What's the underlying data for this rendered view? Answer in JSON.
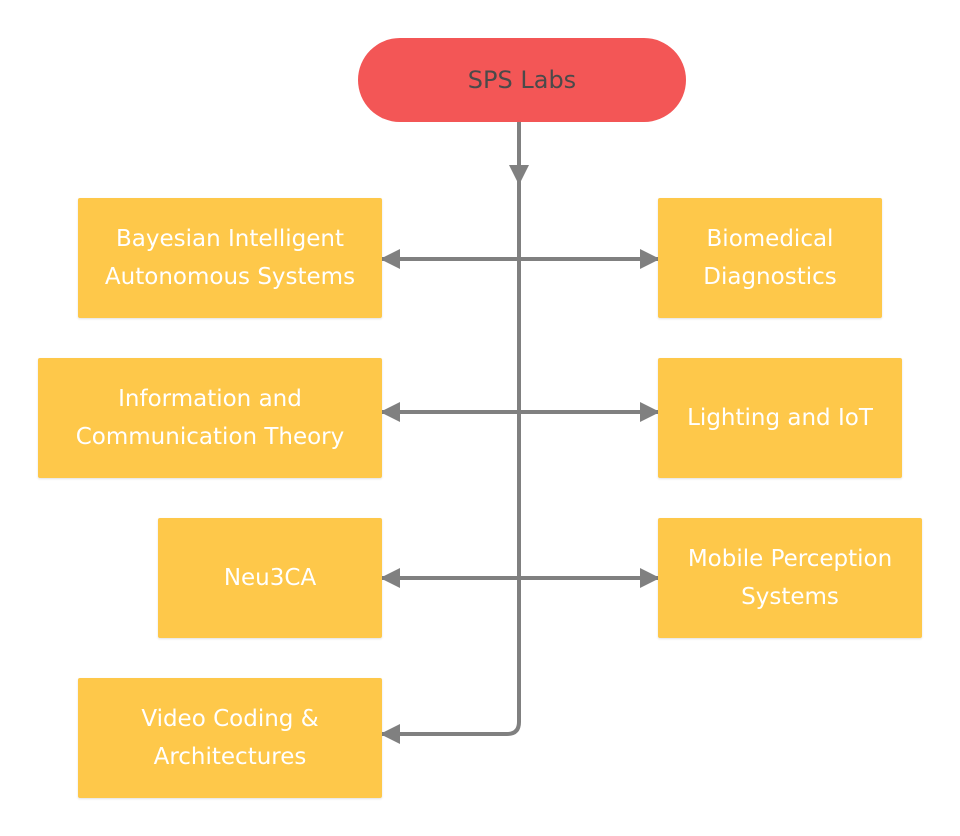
{
  "diagram": {
    "root": {
      "label": "SPS Labs",
      "color": "#f35656"
    },
    "box_color": "#fec84a",
    "connector_color": "#808080",
    "labs": {
      "bayesian": "Bayesian Intelligent\nAutonomous Systems",
      "biomedical": "Biomedical\nDiagnostics",
      "info_theory": "Information and\nCommunication Theory",
      "lighting": "Lighting and IoT",
      "neu3ca": "Neu3CA",
      "mobile": "Mobile Perception\nSystems",
      "video": "Video Coding &\nArchitectures"
    }
  }
}
